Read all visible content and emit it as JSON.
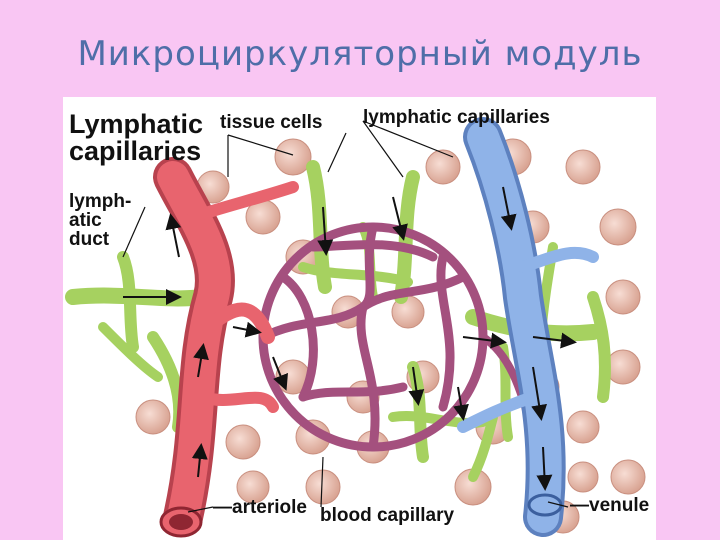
{
  "slide": {
    "title": "Микроциркуляторный модуль"
  },
  "figure": {
    "labels": {
      "lymphatic_capillaries_title_line1": "Lymphatic",
      "lymphatic_capillaries_title_line2": "capillaries",
      "tissue_cells": "tissue cells",
      "lymphatic_capillaries": "lymphatic capillaries",
      "lymphatic_duct_line1": "lymph-",
      "lymphatic_duct_line2": "atic",
      "lymphatic_duct_line3": "duct",
      "arteriole": "arteriole",
      "blood_capillary": "blood capillary",
      "venule": "venule"
    },
    "colors": {
      "background": "#f9c6f3",
      "title": "#4f6ea8",
      "arteriole": "#e8646e",
      "venule": "#8fb3e8",
      "blood_capillary": "#a4507e",
      "lymphatic": "#a6d160",
      "tissue_cell": "#ecc2b6"
    }
  }
}
